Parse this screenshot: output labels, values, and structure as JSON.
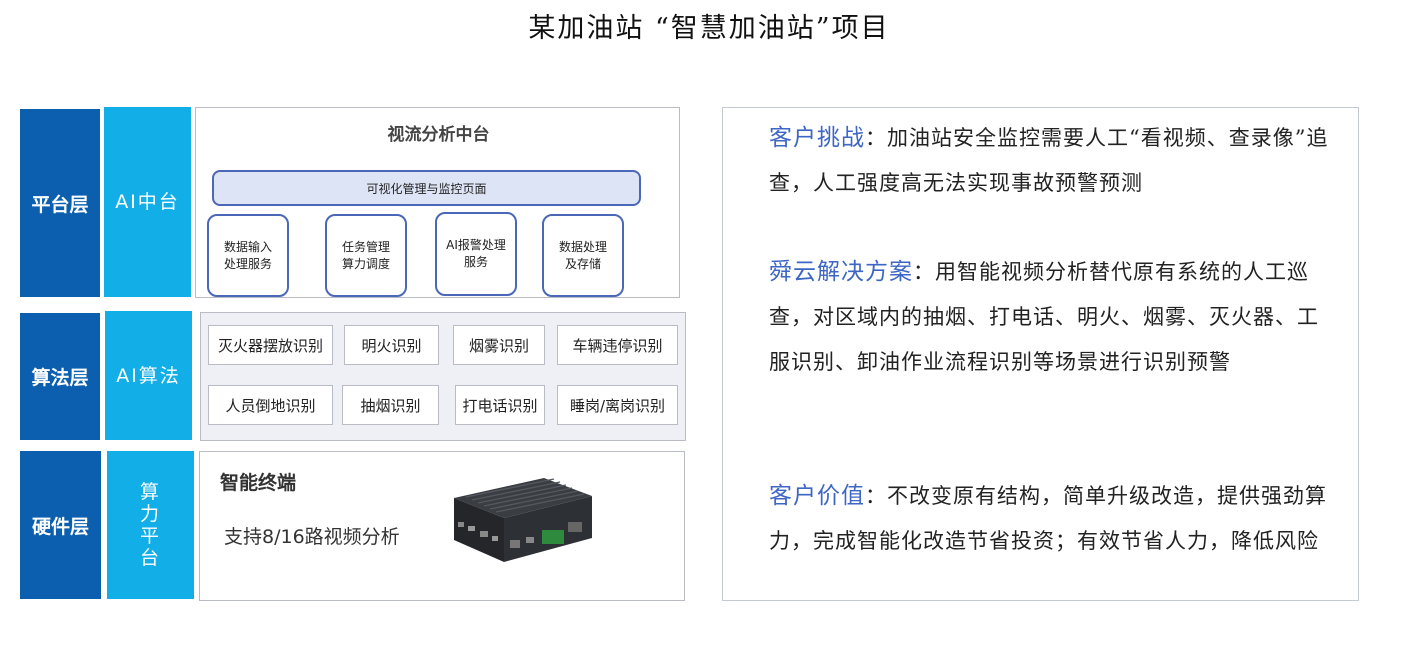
{
  "title": "某加油站 “智慧加油站”项目",
  "layers": [
    {
      "name": "平台层",
      "sub": "AI中台"
    },
    {
      "name": "算法层",
      "sub": "AI算法"
    },
    {
      "name": "硬件层",
      "sub": "算力平台"
    }
  ],
  "platform": {
    "title": "视流分析中台",
    "visual_bar": "可视化管理与监控页面",
    "services": [
      "数据输入处理服务",
      "任务管理算力调度",
      "AI报警处理服务",
      "数据处理及存储"
    ]
  },
  "algorithms": [
    "灭火器摆放识别",
    "明火识别",
    "烟雾识别",
    "车辆违停识别",
    "人员倒地识别",
    "抽烟识别",
    "打电话识别",
    "睡岗/离岗识别"
  ],
  "hardware": {
    "title": "智能终端",
    "desc": "支持8/16路视频分析"
  },
  "right": [
    {
      "label": "客户挑战",
      "text": "加油站安全监控需要人工“看视频、查录像”追查，人工强度高无法实现事故预警预测"
    },
    {
      "label": "舜云解决方案",
      "text": "用智能视频分析替代原有系统的人工巡查，对区域内的抽烟、打电话、明火、烟雾、灭火器、工服识别、卸油作业流程识别等场景进行识别预警"
    },
    {
      "label": "客户价值",
      "text": "不改变原有结构，简单升级改造，提供强劲算力，完成智能化改造节省投资；有效节省人力，降低风险"
    }
  ],
  "colors": {
    "dark_blue": "#0b5fae",
    "light_blue": "#12aee8",
    "accent": "#3e66c4"
  }
}
